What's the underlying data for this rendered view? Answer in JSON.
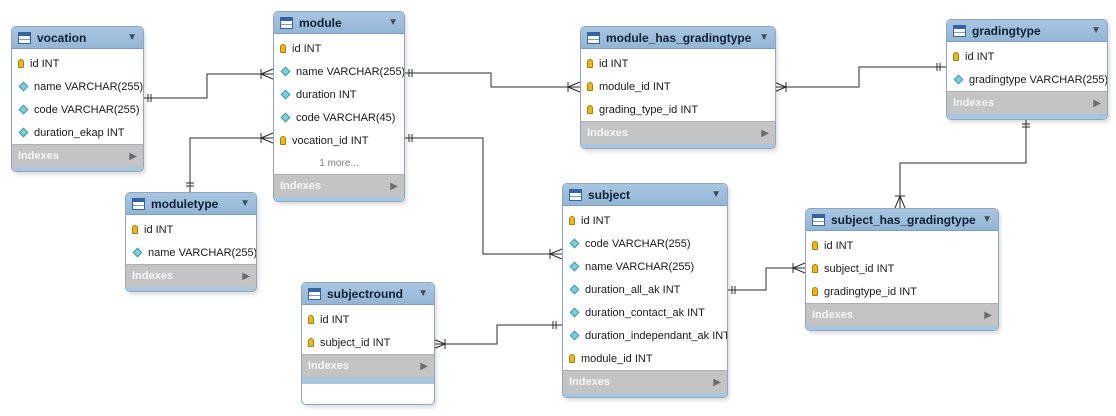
{
  "entities": {
    "vocation": {
      "title": "vocation",
      "columns": [
        {
          "text": "id INT",
          "icon": "key"
        },
        {
          "text": "name VARCHAR(255)",
          "icon": "column"
        },
        {
          "text": "code VARCHAR(255)",
          "icon": "column"
        },
        {
          "text": "duration_ekap INT",
          "icon": "column"
        }
      ],
      "indexes": "Indexes"
    },
    "module": {
      "title": "module",
      "columns": [
        {
          "text": "id INT",
          "icon": "key"
        },
        {
          "text": "name VARCHAR(255)",
          "icon": "column"
        },
        {
          "text": "duration INT",
          "icon": "column"
        },
        {
          "text": "code VARCHAR(45)",
          "icon": "column"
        },
        {
          "text": "vocation_id INT",
          "icon": "key"
        }
      ],
      "more": "1 more...",
      "indexes": "Indexes"
    },
    "module_has_gradingtype": {
      "title": "module_has_gradingtype",
      "columns": [
        {
          "text": "id INT",
          "icon": "key"
        },
        {
          "text": "module_id INT",
          "icon": "key"
        },
        {
          "text": "grading_type_id INT",
          "icon": "key"
        }
      ],
      "indexes": "Indexes"
    },
    "gradingtype": {
      "title": "gradingtype",
      "columns": [
        {
          "text": "id INT",
          "icon": "key"
        },
        {
          "text": "gradingtype VARCHAR(255)",
          "icon": "column"
        }
      ],
      "indexes": "Indexes"
    },
    "moduletype": {
      "title": "moduletype",
      "columns": [
        {
          "text": "id INT",
          "icon": "key"
        },
        {
          "text": "name VARCHAR(255)",
          "icon": "column"
        }
      ],
      "indexes": "Indexes"
    },
    "subject": {
      "title": "subject",
      "columns": [
        {
          "text": "id INT",
          "icon": "key"
        },
        {
          "text": "code VARCHAR(255)",
          "icon": "column"
        },
        {
          "text": "name VARCHAR(255)",
          "icon": "column"
        },
        {
          "text": "duration_all_ak INT",
          "icon": "column"
        },
        {
          "text": "duration_contact_ak INT",
          "icon": "column"
        },
        {
          "text": "duration_independant_ak INT",
          "icon": "column"
        },
        {
          "text": "module_id INT",
          "icon": "key"
        }
      ],
      "indexes": "Indexes"
    },
    "subject_has_gradingtype": {
      "title": "subject_has_gradingtype",
      "columns": [
        {
          "text": "id INT",
          "icon": "key"
        },
        {
          "text": "subject_id INT",
          "icon": "key"
        },
        {
          "text": "gradingtype_id INT",
          "icon": "key"
        }
      ],
      "indexes": "Indexes"
    },
    "subjectround": {
      "title": "subjectround",
      "columns": [
        {
          "text": "id INT",
          "icon": "key"
        },
        {
          "text": "subject_id INT",
          "icon": "key"
        }
      ],
      "indexes": "Indexes"
    }
  },
  "relationships": [
    {
      "from": "vocation",
      "to": "module",
      "from_end": "one",
      "to_end": "many"
    },
    {
      "from": "moduletype",
      "to": "module",
      "from_end": "one",
      "to_end": "many"
    },
    {
      "from": "module",
      "to": "module_has_gradingtype",
      "from_end": "one",
      "to_end": "many"
    },
    {
      "from": "gradingtype",
      "to": "module_has_gradingtype",
      "from_end": "one",
      "to_end": "many"
    },
    {
      "from": "module",
      "to": "subject",
      "from_end": "one",
      "to_end": "many"
    },
    {
      "from": "subject",
      "to": "subjectround",
      "from_end": "one",
      "to_end": "many"
    },
    {
      "from": "subject",
      "to": "subject_has_gradingtype",
      "from_end": "one",
      "to_end": "many"
    },
    {
      "from": "gradingtype",
      "to": "subject_has_gradingtype",
      "from_end": "one",
      "to_end": "many"
    }
  ]
}
